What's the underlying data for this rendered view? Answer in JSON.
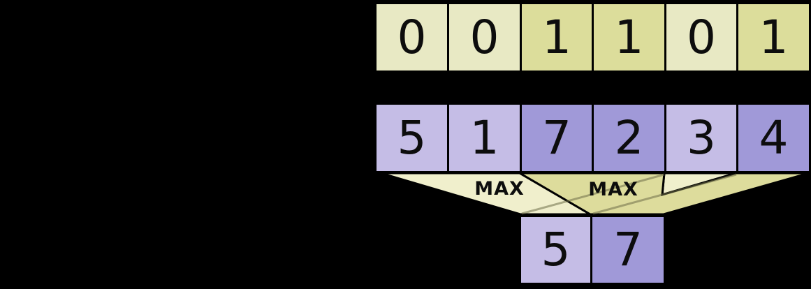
{
  "colors": {
    "background": "#000000",
    "outline": "#000000",
    "digit_color": "#0d0d0d",
    "mask_zero_fill": "#e8e9c4",
    "mask_one_fill": "#dcdd9b",
    "value_light_fill": "#c5bde6",
    "value_dark_fill": "#a099d8",
    "funnel_left_fill": "#f0efcc",
    "funnel_right_fill": "#dddc9c",
    "crossover_line": "#6f6f4a"
  },
  "mask_row": {
    "cells": [
      {
        "value": "0",
        "shade": "light"
      },
      {
        "value": "0",
        "shade": "light"
      },
      {
        "value": "1",
        "shade": "dark"
      },
      {
        "value": "1",
        "shade": "dark"
      },
      {
        "value": "0",
        "shade": "light"
      },
      {
        "value": "1",
        "shade": "dark"
      }
    ]
  },
  "value_row": {
    "cells": [
      {
        "value": "5",
        "shade": "light"
      },
      {
        "value": "1",
        "shade": "light"
      },
      {
        "value": "7",
        "shade": "dark"
      },
      {
        "value": "2",
        "shade": "dark"
      },
      {
        "value": "3",
        "shade": "light"
      },
      {
        "value": "4",
        "shade": "dark"
      }
    ]
  },
  "output_row": {
    "cells": [
      {
        "value": "5",
        "shade": "light"
      },
      {
        "value": "7",
        "shade": "dark"
      }
    ]
  },
  "operations": [
    {
      "label": "MAX"
    },
    {
      "label": "MAX"
    }
  ]
}
